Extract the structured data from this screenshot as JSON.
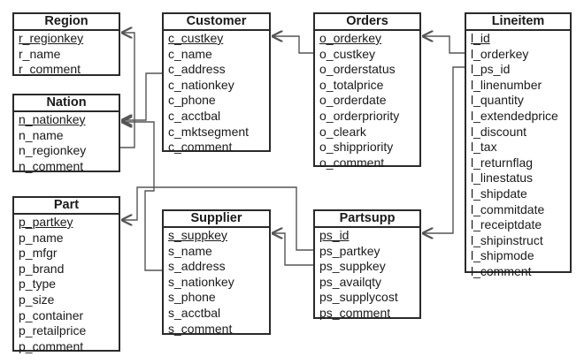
{
  "entities": {
    "region": {
      "name": "Region",
      "attributes": [
        {
          "label": "r_regionkey",
          "key": true
        },
        {
          "label": "r_name"
        },
        {
          "label": "r_comment"
        }
      ]
    },
    "nation": {
      "name": "Nation",
      "attributes": [
        {
          "label": "n_nationkey",
          "key": true
        },
        {
          "label": "n_name"
        },
        {
          "label": "n_regionkey"
        },
        {
          "label": "n_comment"
        }
      ]
    },
    "part": {
      "name": "Part",
      "attributes": [
        {
          "label": "p_partkey",
          "key": true
        },
        {
          "label": "p_name"
        },
        {
          "label": "p_mfgr"
        },
        {
          "label": "p_brand"
        },
        {
          "label": "p_type"
        },
        {
          "label": "p_size"
        },
        {
          "label": "p_container"
        },
        {
          "label": "p_retailprice"
        },
        {
          "label": "p_comment"
        }
      ]
    },
    "customer": {
      "name": "Customer",
      "attributes": [
        {
          "label": "c_custkey",
          "key": true
        },
        {
          "label": "c_name"
        },
        {
          "label": "c_address"
        },
        {
          "label": "c_nationkey"
        },
        {
          "label": "c_phone"
        },
        {
          "label": "c_acctbal"
        },
        {
          "label": "c_mktsegment"
        },
        {
          "label": "c_comment"
        }
      ]
    },
    "supplier": {
      "name": "Supplier",
      "attributes": [
        {
          "label": "s_suppkey",
          "key": true
        },
        {
          "label": "s_name"
        },
        {
          "label": "s_address"
        },
        {
          "label": "s_nationkey"
        },
        {
          "label": "s_phone"
        },
        {
          "label": "s_acctbal"
        },
        {
          "label": "s_comment"
        }
      ]
    },
    "orders": {
      "name": "Orders",
      "attributes": [
        {
          "label": "o_orderkey",
          "key": true
        },
        {
          "label": "o_custkey"
        },
        {
          "label": "o_orderstatus"
        },
        {
          "label": "o_totalprice"
        },
        {
          "label": "o_orderdate"
        },
        {
          "label": "o_orderpriority"
        },
        {
          "label": "o_cleark"
        },
        {
          "label": "o_shippriority"
        },
        {
          "label": "o_comment"
        }
      ]
    },
    "partsupp": {
      "name": "Partsupp",
      "attributes": [
        {
          "label": "ps_id",
          "key": true
        },
        {
          "label": "ps_partkey"
        },
        {
          "label": "ps_suppkey"
        },
        {
          "label": "ps_availqty"
        },
        {
          "label": "ps_supplycost"
        },
        {
          "label": "ps_comment"
        }
      ]
    },
    "lineitem": {
      "name": "Lineitem",
      "attributes": [
        {
          "label": "l_id",
          "key": true
        },
        {
          "label": "l_orderkey"
        },
        {
          "label": "l_ps_id"
        },
        {
          "label": "l_linenumber"
        },
        {
          "label": "l_quantity"
        },
        {
          "label": "l_extendedprice"
        },
        {
          "label": "l_discount"
        },
        {
          "label": "l_tax"
        },
        {
          "label": "l_returnflag"
        },
        {
          "label": "l_linestatus"
        },
        {
          "label": "l_shipdate"
        },
        {
          "label": "l_commitdate"
        },
        {
          "label": "l_receiptdate"
        },
        {
          "label": "l_shipinstruct"
        },
        {
          "label": "l_shipmode"
        },
        {
          "label": "l_comment"
        }
      ]
    }
  },
  "relationships": [
    {
      "from": "nation.n_regionkey",
      "to": "region.r_regionkey"
    },
    {
      "from": "customer.c_nationkey",
      "to": "nation.n_nationkey"
    },
    {
      "from": "supplier.s_nationkey",
      "to": "nation.n_nationkey"
    },
    {
      "from": "orders.o_custkey",
      "to": "customer.c_custkey"
    },
    {
      "from": "lineitem.l_orderkey",
      "to": "orders.o_orderkey"
    },
    {
      "from": "lineitem.l_ps_id",
      "to": "partsupp.ps_id"
    },
    {
      "from": "partsupp.ps_partkey",
      "to": "part.p_partkey"
    },
    {
      "from": "partsupp.ps_suppkey",
      "to": "supplier.s_suppkey"
    }
  ],
  "colors": {
    "line": "#555555",
    "border": "#2a2a2a",
    "text": "#1a1a1a"
  }
}
